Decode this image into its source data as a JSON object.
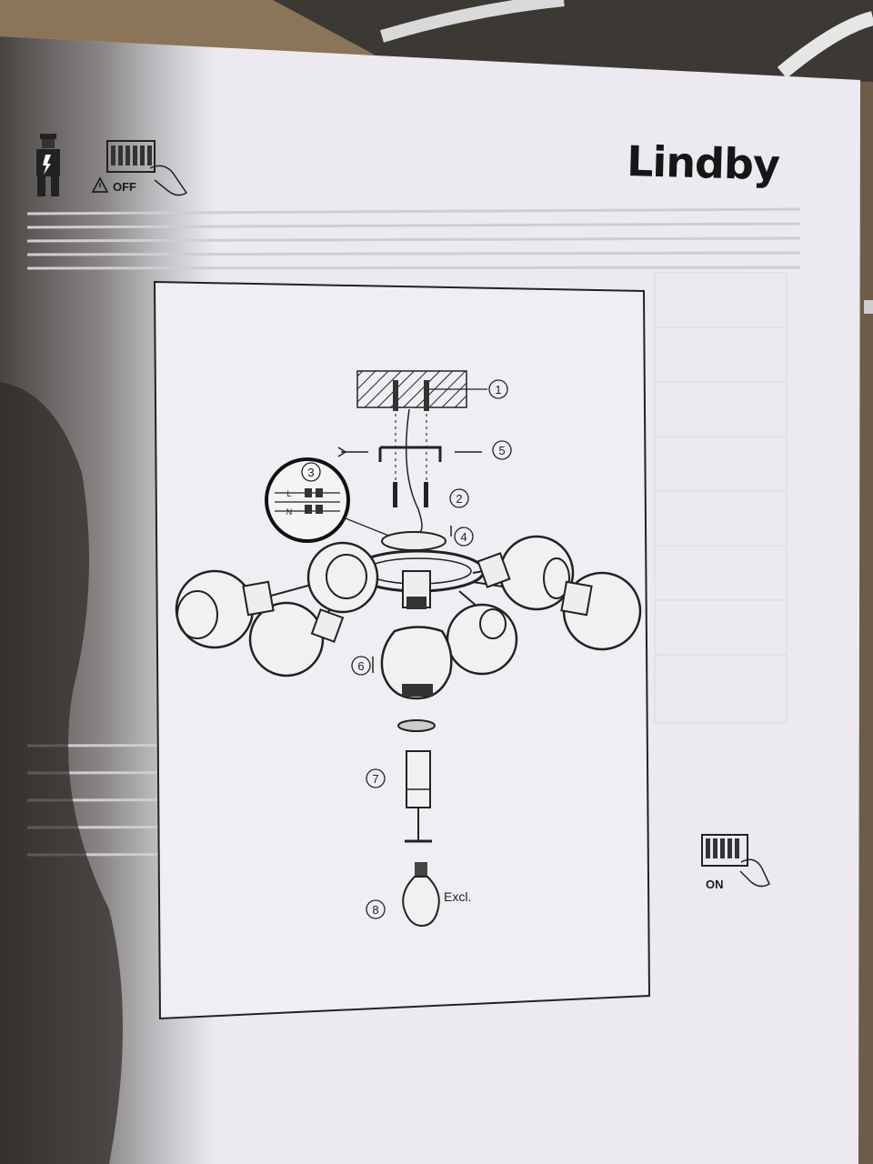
{
  "document": {
    "brand": "Lindby",
    "power_off_label": "OFF",
    "power_on_label": "ON",
    "bulb_note": "Excl."
  },
  "steps": [
    "1",
    "2",
    "3",
    "4",
    "5",
    "6",
    "7",
    "8"
  ],
  "terminal_labels": [
    "L",
    "N"
  ],
  "icons": [
    "electrician-icon",
    "circuit-breaker-off-icon",
    "warning-triangle-icon",
    "circuit-breaker-on-icon",
    "screw-icon",
    "bulb-icon"
  ]
}
